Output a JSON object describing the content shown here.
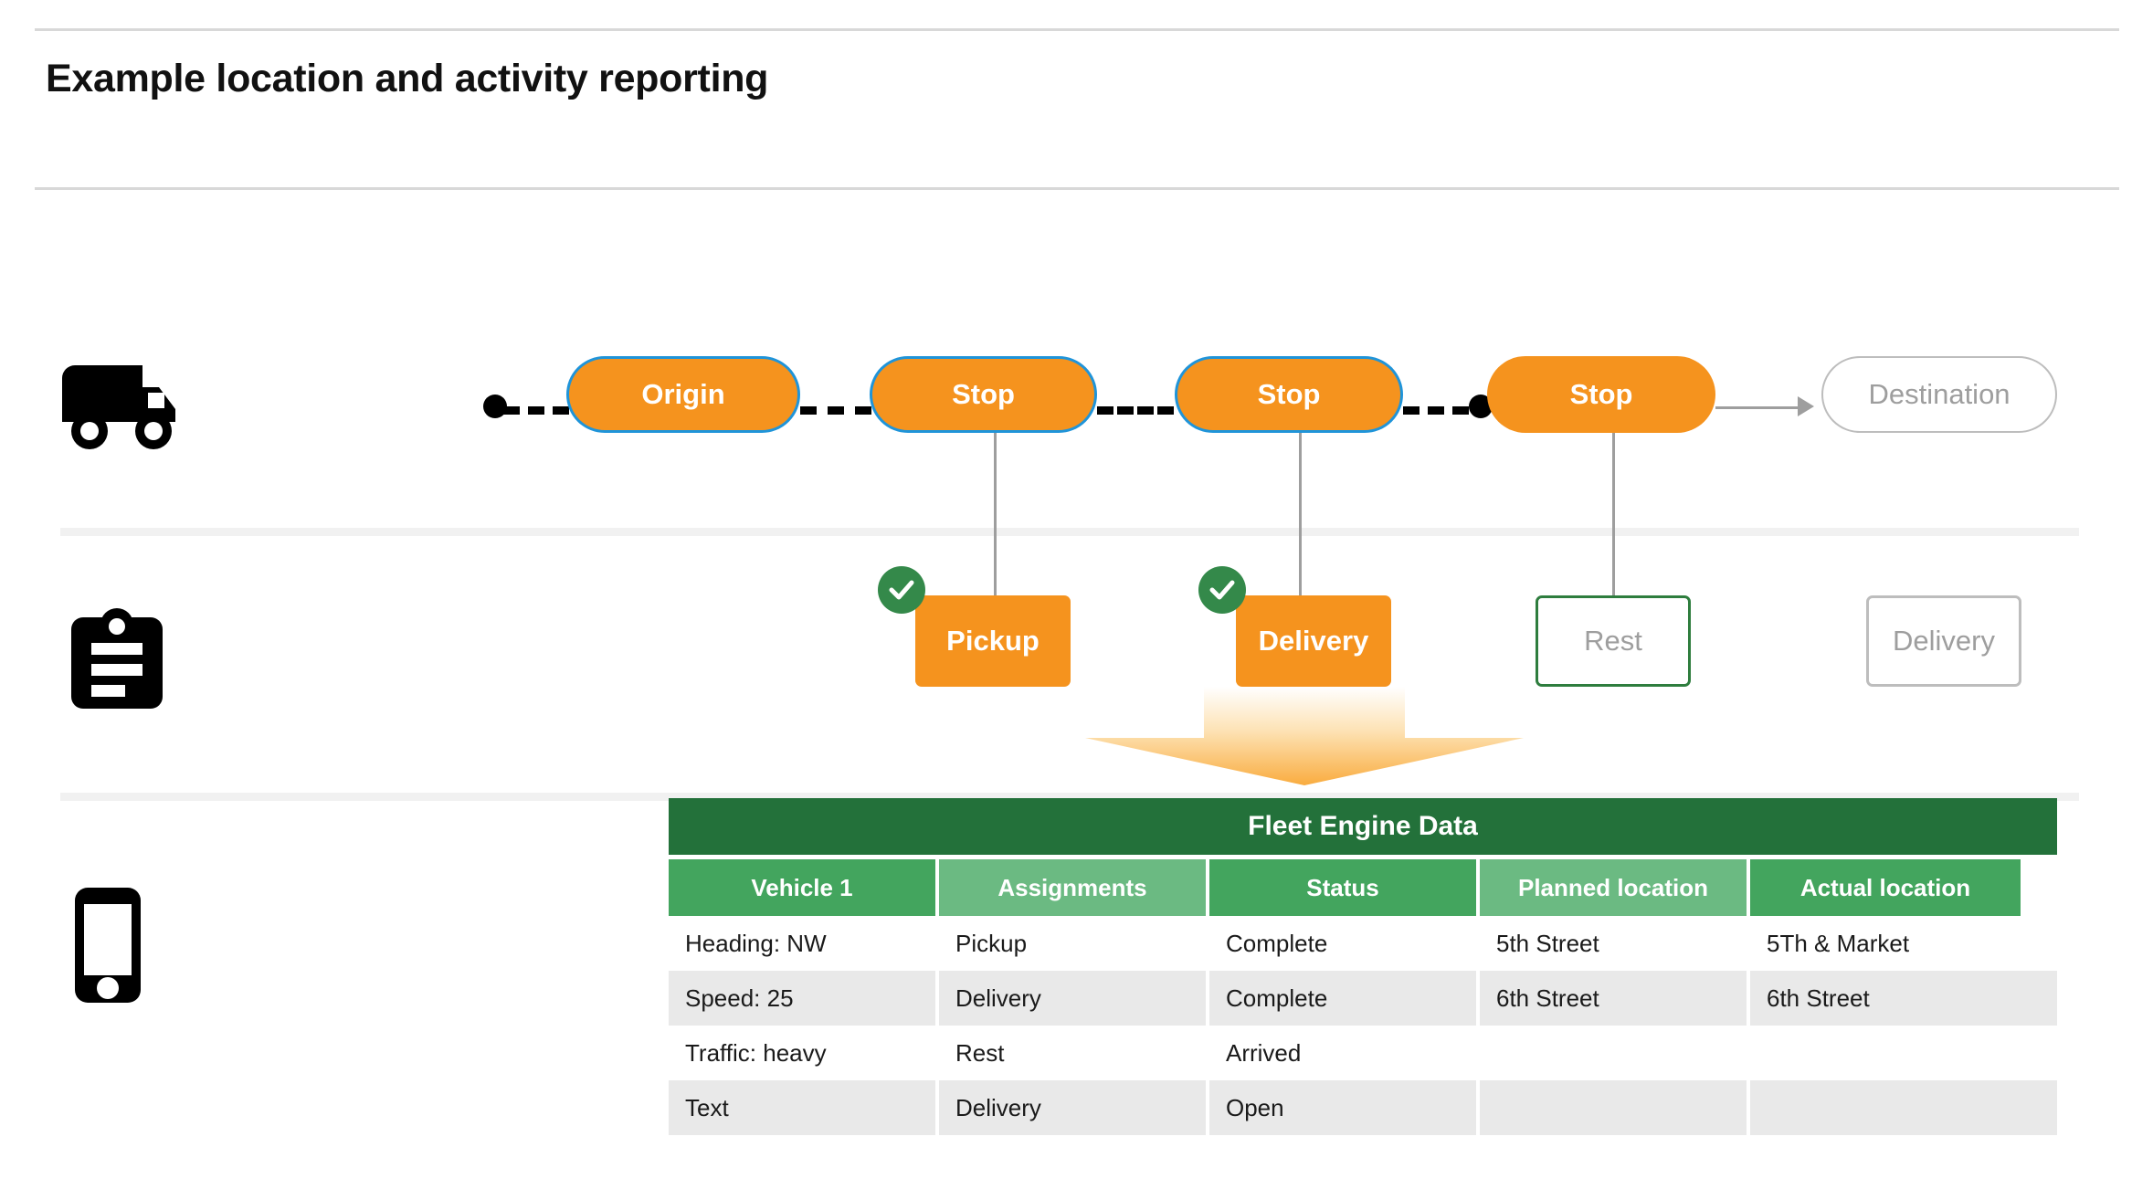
{
  "page": {
    "title": "Example location and activity reporting"
  },
  "rails": [
    {
      "icon": "truck-icon",
      "name": "vehicle-row-icon"
    },
    {
      "icon": "clipboard-icon",
      "name": "activity-row-icon"
    },
    {
      "icon": "phone-icon",
      "name": "device-row-icon"
    }
  ],
  "route": {
    "nodes": [
      {
        "label": "Origin",
        "style": "filled"
      },
      {
        "label": "Stop",
        "style": "filled"
      },
      {
        "label": "Stop",
        "style": "filled"
      },
      {
        "label": "Stop",
        "style": "filled-no-border"
      },
      {
        "label": "Destination",
        "style": "outline"
      }
    ]
  },
  "activities": [
    {
      "label": "Pickup",
      "style": "filled",
      "completed": true
    },
    {
      "label": "Delivery",
      "style": "filled",
      "completed": true
    },
    {
      "label": "Rest",
      "style": "outline-green",
      "completed": false
    },
    {
      "label": "Delivery",
      "style": "outline-gray",
      "completed": false
    }
  ],
  "table": {
    "title": "Fleet Engine Data",
    "columns": [
      "Vehicle 1",
      "Assignments",
      "Status",
      "Planned location",
      "Actual location"
    ],
    "rows": [
      [
        "Heading: NW",
        "Pickup",
        "Complete",
        "5th Street",
        "5Th & Market"
      ],
      [
        "Speed: 25",
        "Delivery",
        "Complete",
        "6th Street",
        "6th Street"
      ],
      [
        "Traffic: heavy",
        "Rest",
        "Arrived",
        "",
        ""
      ],
      [
        "Text",
        "Delivery",
        "Open",
        "",
        ""
      ]
    ]
  },
  "colors": {
    "orange": "#f5931e",
    "blue_border": "#1f94d9",
    "green_dark": "#23713a",
    "green_header_a": "#43a55e",
    "green_header_b": "#6bba82",
    "check_green": "#34894a",
    "gray_outline": "#bdbdbd",
    "gray_text": "#9e9e9e",
    "row_alt": "#e9e9e9"
  }
}
